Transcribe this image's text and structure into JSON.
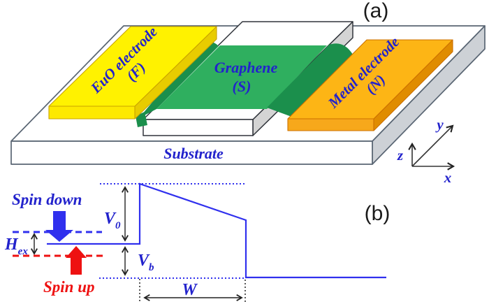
{
  "panel_a": {
    "label": "(a)",
    "euo_line1": "EuO electrode",
    "euo_line2": "(F)",
    "graphene_line1": "Graphene",
    "graphene_line2": "(S)",
    "metal_line1": "Metal electrode",
    "metal_line2": "(N)",
    "substrate": "Substrate",
    "axis_x": "x",
    "axis_y": "y",
    "axis_z": "z"
  },
  "panel_b": {
    "label": "(b)",
    "spin_down": "Spin down",
    "spin_up": "Spin up",
    "h_base": "H",
    "h_sub": "ex",
    "v0_base": "V",
    "v0_sub": "0",
    "vb_base": "V",
    "vb_sub": "b",
    "w": "W"
  },
  "colors": {
    "blue_text": "#2222CC",
    "line_blue": "#3030EE",
    "red": "#EE1111",
    "yellow_top": "#FFF200",
    "yellow_front": "#FDE900",
    "yellow_side": "#E8CC00",
    "yellow_edge": "#C9A300",
    "green": "#2FAF5F",
    "green_dark": "#1B8F4C",
    "orange_top": "#FDB515",
    "orange_front": "#F7A81B",
    "orange_side": "#E08C00",
    "orange_edge": "#CC7000",
    "gray_side": "#CDD1D6",
    "box_gray": "#D4D4D4",
    "outline_dark": "#30343B",
    "substrate_outline": "#596573"
  }
}
